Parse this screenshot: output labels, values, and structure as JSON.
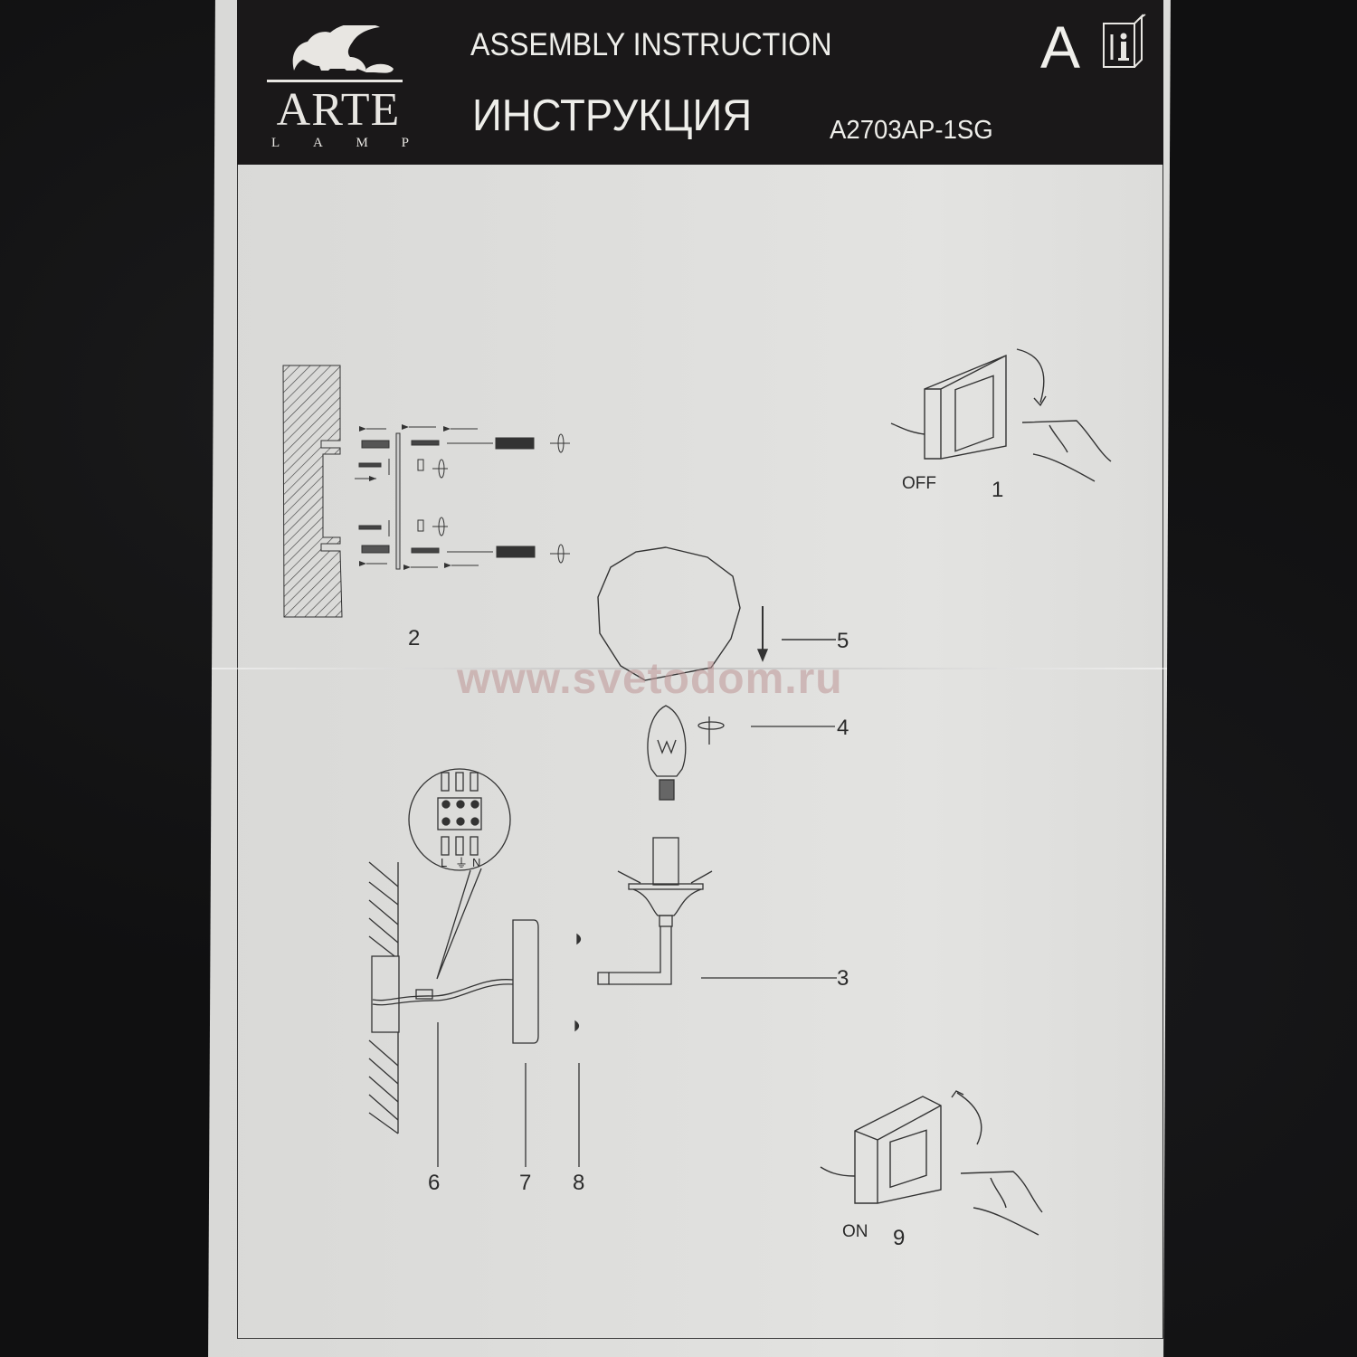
{
  "header": {
    "brand": "ARTE",
    "brand_sub": [
      "L",
      "A",
      "M",
      "P"
    ],
    "title_en": "ASSEMBLY INSTRUCTION",
    "title_ru": "ИНСТРУКЦИЯ",
    "model": "A2703AP-1SG",
    "category_letter": "A",
    "info_icon": "manual-book-info-icon"
  },
  "steps": [
    {
      "number": "1",
      "label": "OFF",
      "description": "Switch off power"
    },
    {
      "number": "2",
      "description": "Wall mounting: anchors, screws, mounting plate, screwdriver"
    },
    {
      "number": "3",
      "description": "Lamp arm with candle holder"
    },
    {
      "number": "4",
      "description": "Screw in candle bulb"
    },
    {
      "number": "5",
      "description": "Mount glass shade (arrow down)"
    },
    {
      "number": "6",
      "description": "Wire connection to terminal block"
    },
    {
      "number": "7",
      "description": "Wall plate / base"
    },
    {
      "number": "8",
      "description": "Fixing screws"
    },
    {
      "number": "9",
      "label": "ON",
      "description": "Switch on power"
    }
  ],
  "terminal_labels": {
    "live": "L",
    "earth": "earth-symbol",
    "neutral": "N"
  },
  "bulb_mark": "W",
  "watermark": "www.svetodom.ru",
  "colors": {
    "header_bg": "#1a1819",
    "paper": "#dcdcda",
    "line": "#2a2a2a",
    "background": "#111112",
    "watermark": "#c49898"
  }
}
